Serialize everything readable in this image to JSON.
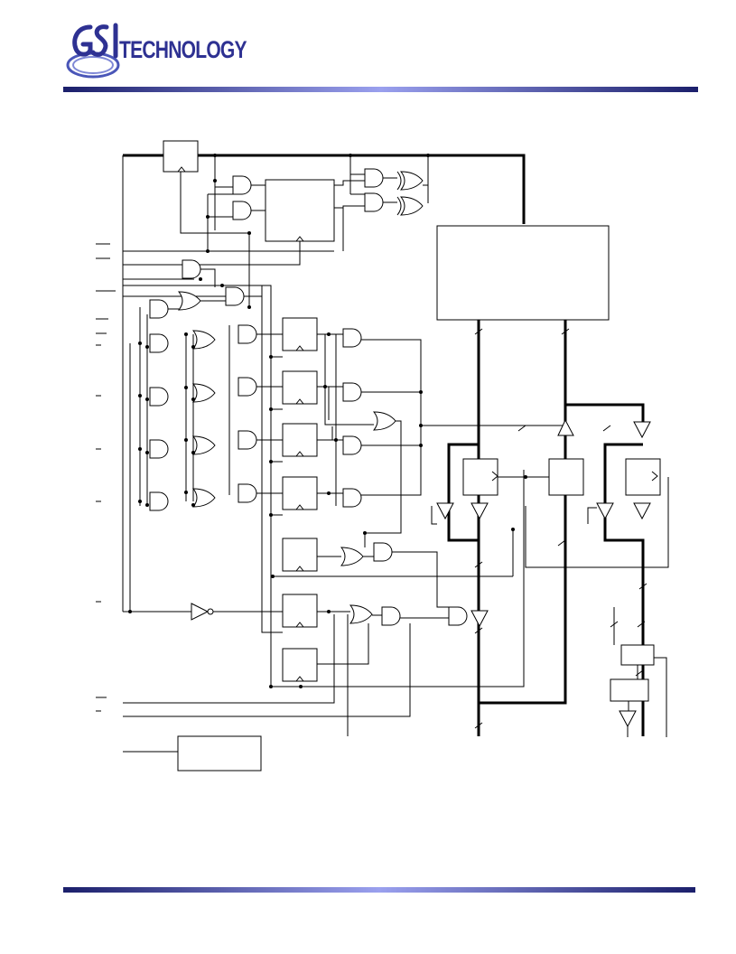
{
  "header": {
    "logo_text": "TECHNOLOGY",
    "logo_mark": "GSI",
    "brand_color": "#2e3192",
    "rule_gradient": [
      "#1b1f6b",
      "#8a8fe6",
      "#1b1f6b"
    ]
  },
  "diagram": {
    "type": "logic block diagram",
    "line_color": "#000000",
    "bus_color": "#000000"
  }
}
